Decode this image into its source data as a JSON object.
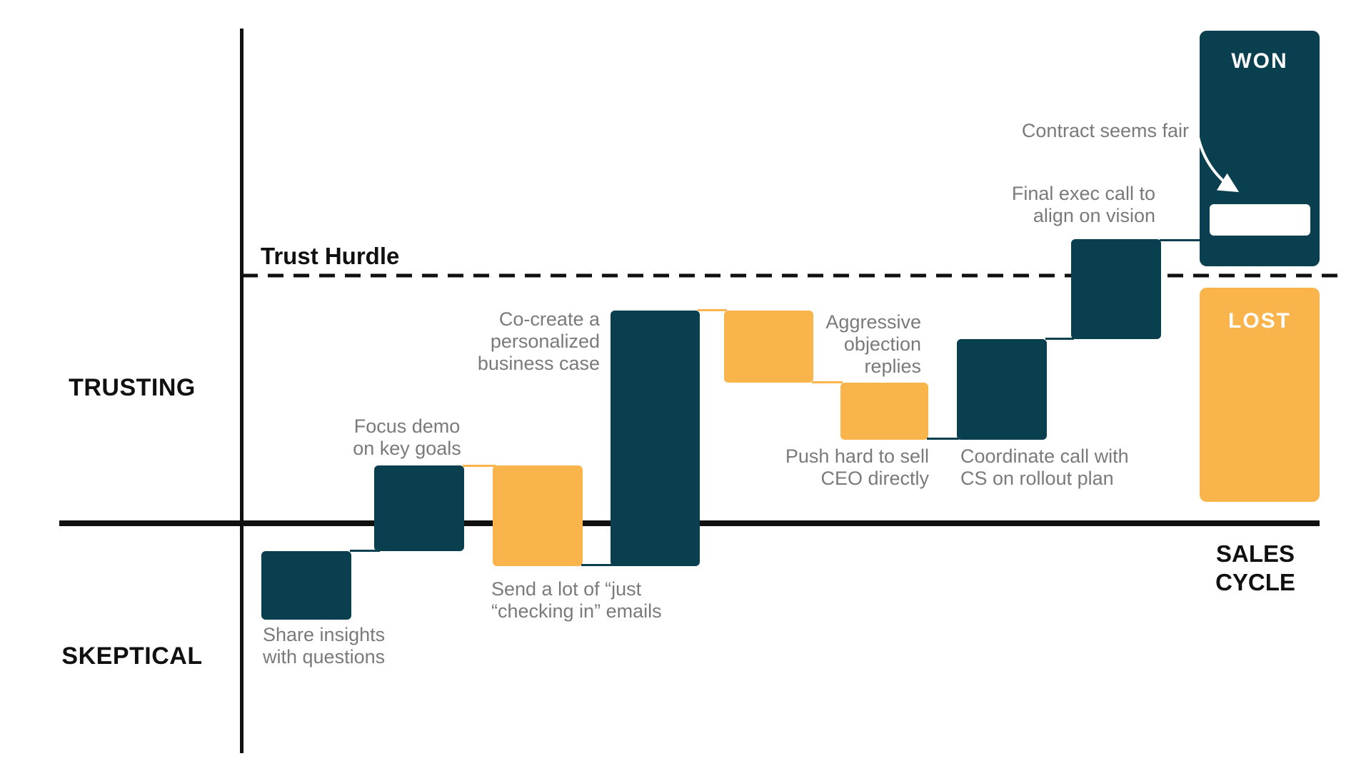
{
  "colors": {
    "teal": "#0a3f50",
    "orange": "#f9b54b",
    "gray_text": "#7a7a7a",
    "black": "#101010",
    "white": "#ffffff"
  },
  "axes": {
    "y_positive_label": "TRUSTING",
    "y_negative_label": "SKEPTICAL",
    "x_label_line1": "SALES",
    "x_label_line2": "CYCLE"
  },
  "hurdle": {
    "label": "Trust Hurdle"
  },
  "outcomes": {
    "won_label": "WON",
    "lost_label": "LOST"
  },
  "annotation": {
    "contract_note": "Contract seems fair"
  },
  "steps": {
    "share": {
      "l1": "Share insights",
      "l2": "with questions",
      "effect": "up",
      "color": "teal"
    },
    "focus": {
      "l1": "Focus demo",
      "l2": "on key goals",
      "effect": "up",
      "color": "teal"
    },
    "send": {
      "l1": "Send a lot of “just",
      "l2": "“checking in” emails",
      "effect": "down",
      "color": "orange"
    },
    "cocreate": {
      "l1": "Co-create a",
      "l2": "personalized",
      "l3": "business case",
      "effect": "up",
      "color": "teal"
    },
    "aggressive": {
      "l1": "Aggressive",
      "l2": "objection",
      "l3": "replies",
      "effect": "down",
      "color": "orange"
    },
    "push": {
      "l1": "Push hard to sell",
      "l2": "CEO directly",
      "effect": "down",
      "color": "orange"
    },
    "coordinate": {
      "l1": "Coordinate call with",
      "l2": "CS on rollout plan",
      "effect": "up",
      "color": "teal"
    },
    "final": {
      "l1": "Final exec call to",
      "l2": "align on vision",
      "effect": "up",
      "color": "teal"
    }
  }
}
